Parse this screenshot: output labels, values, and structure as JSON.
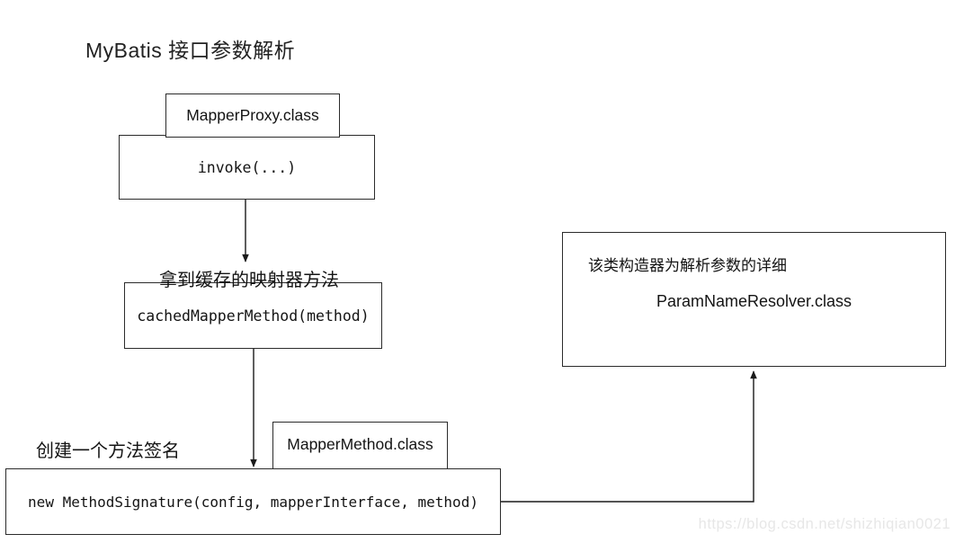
{
  "title": "MyBatis 接口参数解析",
  "watermark": "https://blog.csdn.net/shizhiqian0021",
  "colors": {
    "line": "#1a1a1a",
    "border": "#2b2b2b",
    "text": "#141414",
    "watermark": "#e7e7e7",
    "background": "#ffffff"
  },
  "nodes": {
    "mapper_proxy": {
      "label": "MapperProxy.class"
    },
    "invoke": {
      "label": "invoke(...)"
    },
    "cached_mapper_method": {
      "label": "cachedMapperMethod(method)"
    },
    "mapper_method": {
      "label": "MapperMethod.class"
    },
    "method_signature": {
      "label": "new MethodSignature(config, mapperInterface, method)"
    },
    "param_name_resolver": {
      "note": "该类构造器为解析参数的详细",
      "label": "ParamNameResolver.class"
    }
  },
  "annotations": {
    "cached_label": "拿到缓存的映射器方法",
    "create_signature_label": "创建一个方法签名"
  },
  "edges": [
    {
      "from": "invoke",
      "to": "cached_mapper_method",
      "type": "arrow-down"
    },
    {
      "from": "cached_mapper_method",
      "to": "method_signature",
      "type": "arrow-down"
    },
    {
      "from": "method_signature",
      "to": "param_name_resolver",
      "type": "elbow-arrow-up"
    }
  ]
}
